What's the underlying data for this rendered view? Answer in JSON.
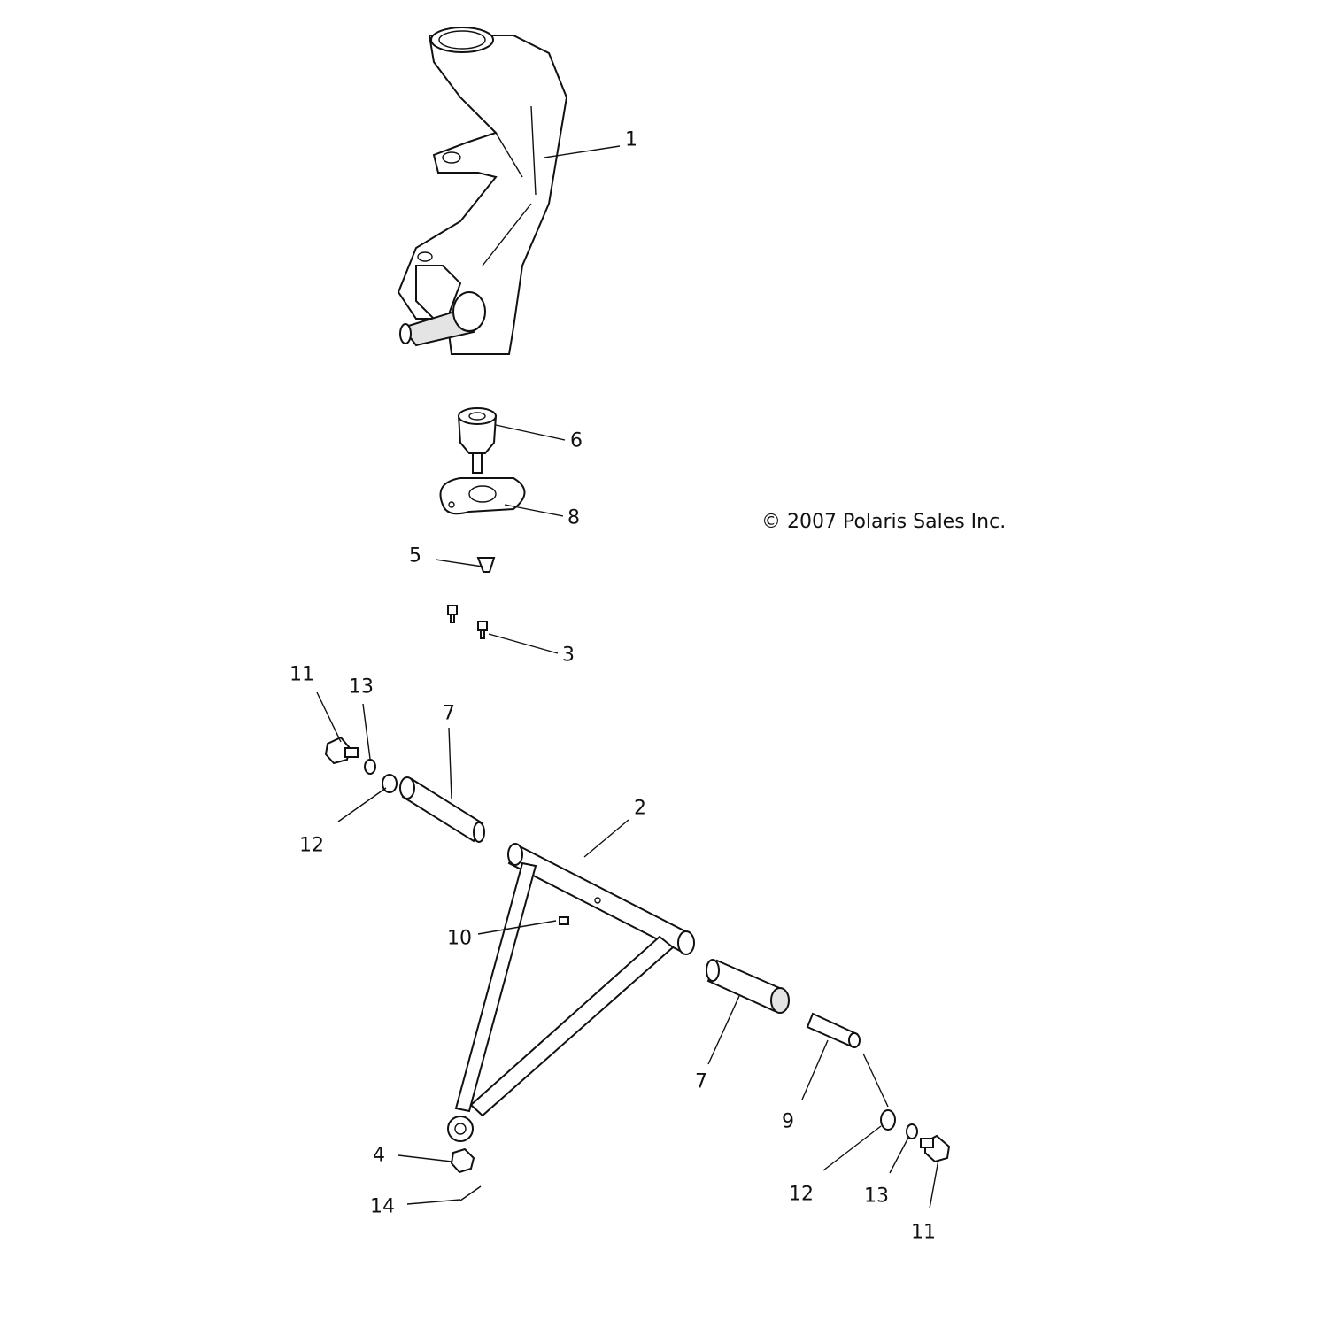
{
  "copyright": "© 2007 Polaris Sales Inc.",
  "callouts": [
    {
      "id": "c1",
      "label": "1"
    },
    {
      "id": "c6",
      "label": "6"
    },
    {
      "id": "c8",
      "label": "8"
    },
    {
      "id": "c5",
      "label": "5"
    },
    {
      "id": "c3",
      "label": "3"
    },
    {
      "id": "c11a",
      "label": "11"
    },
    {
      "id": "c13a",
      "label": "13"
    },
    {
      "id": "c7a",
      "label": "7"
    },
    {
      "id": "c12a",
      "label": "12"
    },
    {
      "id": "c2",
      "label": "2"
    },
    {
      "id": "c10",
      "label": "10"
    },
    {
      "id": "c7b",
      "label": "7"
    },
    {
      "id": "c9",
      "label": "9"
    },
    {
      "id": "c12b",
      "label": "12"
    },
    {
      "id": "c13b",
      "label": "13"
    },
    {
      "id": "c11b",
      "label": "11"
    },
    {
      "id": "c4",
      "label": "4"
    },
    {
      "id": "c14",
      "label": "14"
    }
  ]
}
